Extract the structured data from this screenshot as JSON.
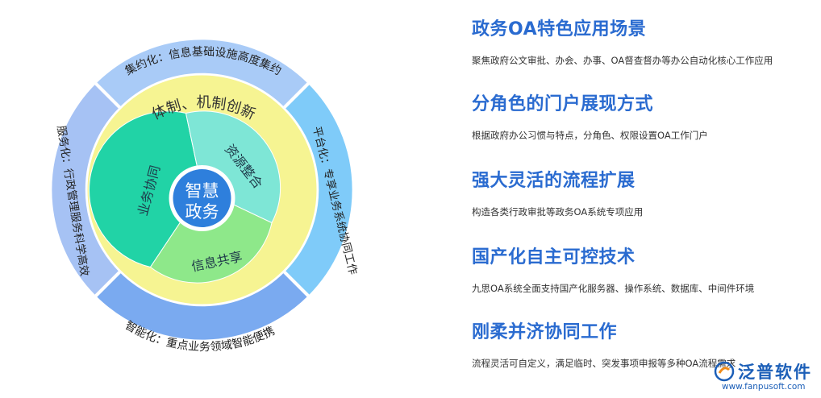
{
  "center": {
    "line1": "智慧",
    "line2": "政务"
  },
  "inner_segments": [
    "业务协同",
    "资源整合",
    "信息共享"
  ],
  "middle_ring": {
    "label": "体制、机制创新"
  },
  "outer_ring": [
    {
      "prefix": "集约化",
      "text": "信息基础设施高度集约"
    },
    {
      "prefix": "平台化",
      "text": "专享业务系统协同工作"
    },
    {
      "prefix": "智能化",
      "text": "重点业务领域智能便携"
    },
    {
      "prefix": "服务化",
      "text": "行政管理服务科学高效"
    }
  ],
  "features": [
    {
      "title": "政务OA特色应用场景",
      "desc": "聚焦政府公文审批、办会、办事、OA督查督办等办公自动化核心工作应用"
    },
    {
      "title": "分角色的门户展现方式",
      "desc": "根据政府办公习惯与特点，分角色、权限设置OA工作门户"
    },
    {
      "title": "强大灵活的流程扩展",
      "desc": "构造各类行政审批等政务OA系统专项应用"
    },
    {
      "title": "国产化自主可控技术",
      "desc": "九思OA系统全面支持国产化服务器、操作系统、数据库、中间件环境"
    },
    {
      "title": "刚柔并济协同工作",
      "desc": "流程灵活可自定义，满足临时、突发事项申报等多种OA流程需求"
    }
  ],
  "watermark": {
    "brand": "泛普软件",
    "url": "www.fanpusoft.com"
  },
  "colors": {
    "outer_top": "#a9cbf7",
    "outer_right": "#7fcbf9",
    "outer_bottom": "#7aaaf0",
    "outer_left": "#a6c2f4",
    "middle": "#f6f492",
    "inner_left": "#21d3a6",
    "inner_right": "#7ee6d6",
    "inner_bottom": "#8ee88a",
    "center": "#2e7fdc",
    "title": "#2a6bd0"
  }
}
